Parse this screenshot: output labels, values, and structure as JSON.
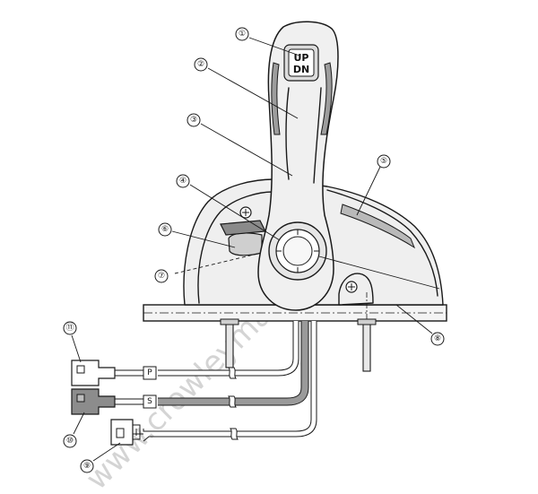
{
  "watermark": "www.crowleymarine.com",
  "button": {
    "up": "UP",
    "dn": "DN"
  },
  "cable_tags": {
    "p": "P",
    "s": "S"
  },
  "callouts": [
    "①",
    "②",
    "③",
    "④",
    "⑤",
    "⑥",
    "⑦",
    "⑧",
    "⑨",
    "⑩",
    "⑪"
  ]
}
